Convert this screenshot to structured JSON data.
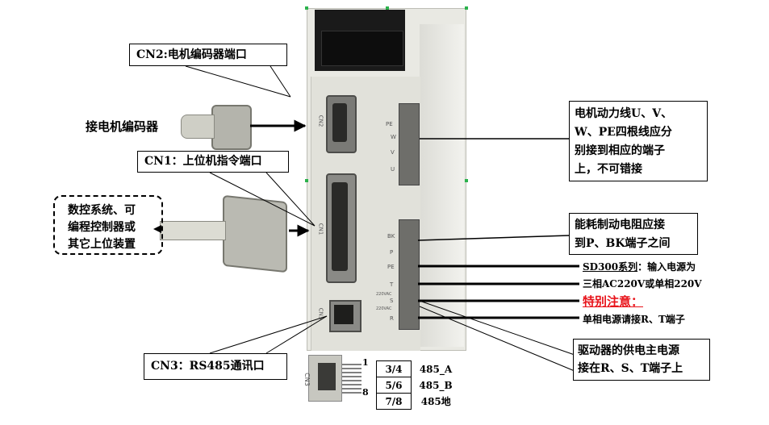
{
  "callouts": {
    "cn2": "CN2:电机编码器端口",
    "encoder": "接电机编码器",
    "cn1": "CN1：上位机指令端口",
    "host": [
      "数控系统、可",
      "编程控制器或",
      "其它上位装置"
    ],
    "motor_power": [
      "电机动力线U、V、",
      "W、PE四根线应分",
      "别接到相应的端子",
      "上，不可错接"
    ],
    "brake": [
      "能耗制动电阻应接",
      "到P、BK端子之间"
    ],
    "sd300_title": "SD300系列",
    "sd300_rest": "：输入电源为",
    "sd300_line2": "三相AC220V或单相220V",
    "attention": "特别注意：",
    "single_phase": "单相电源请接R、T端子",
    "main_power": [
      "驱动器的供电主电源",
      "接在R、S、T端子上"
    ],
    "cn3": "CN3：RS485通讯口"
  },
  "panel": {
    "cn2": "CN2",
    "cn1": "CN1",
    "cn3": "CN3",
    "pe_top": "PE",
    "w": "W",
    "v": "V",
    "u": "U",
    "bk": "BK",
    "p": "P",
    "pe": "PE",
    "t": "T",
    "s": "S",
    "r": "R",
    "v220a": "220VAC",
    "v220b": "220VAC"
  },
  "rj45": {
    "label": "CN3",
    "pin_first": "1",
    "pin_last": "8"
  },
  "pin_table": {
    "rows": [
      {
        "pins": "3/4",
        "signal": "485_A"
      },
      {
        "pins": "5/6",
        "signal": "485_B"
      },
      {
        "pins": "7/8",
        "signal": "485地"
      }
    ]
  },
  "colors": {
    "attention": "#e8141b",
    "line": "#000000",
    "drive_body": "#e9e9e3"
  }
}
